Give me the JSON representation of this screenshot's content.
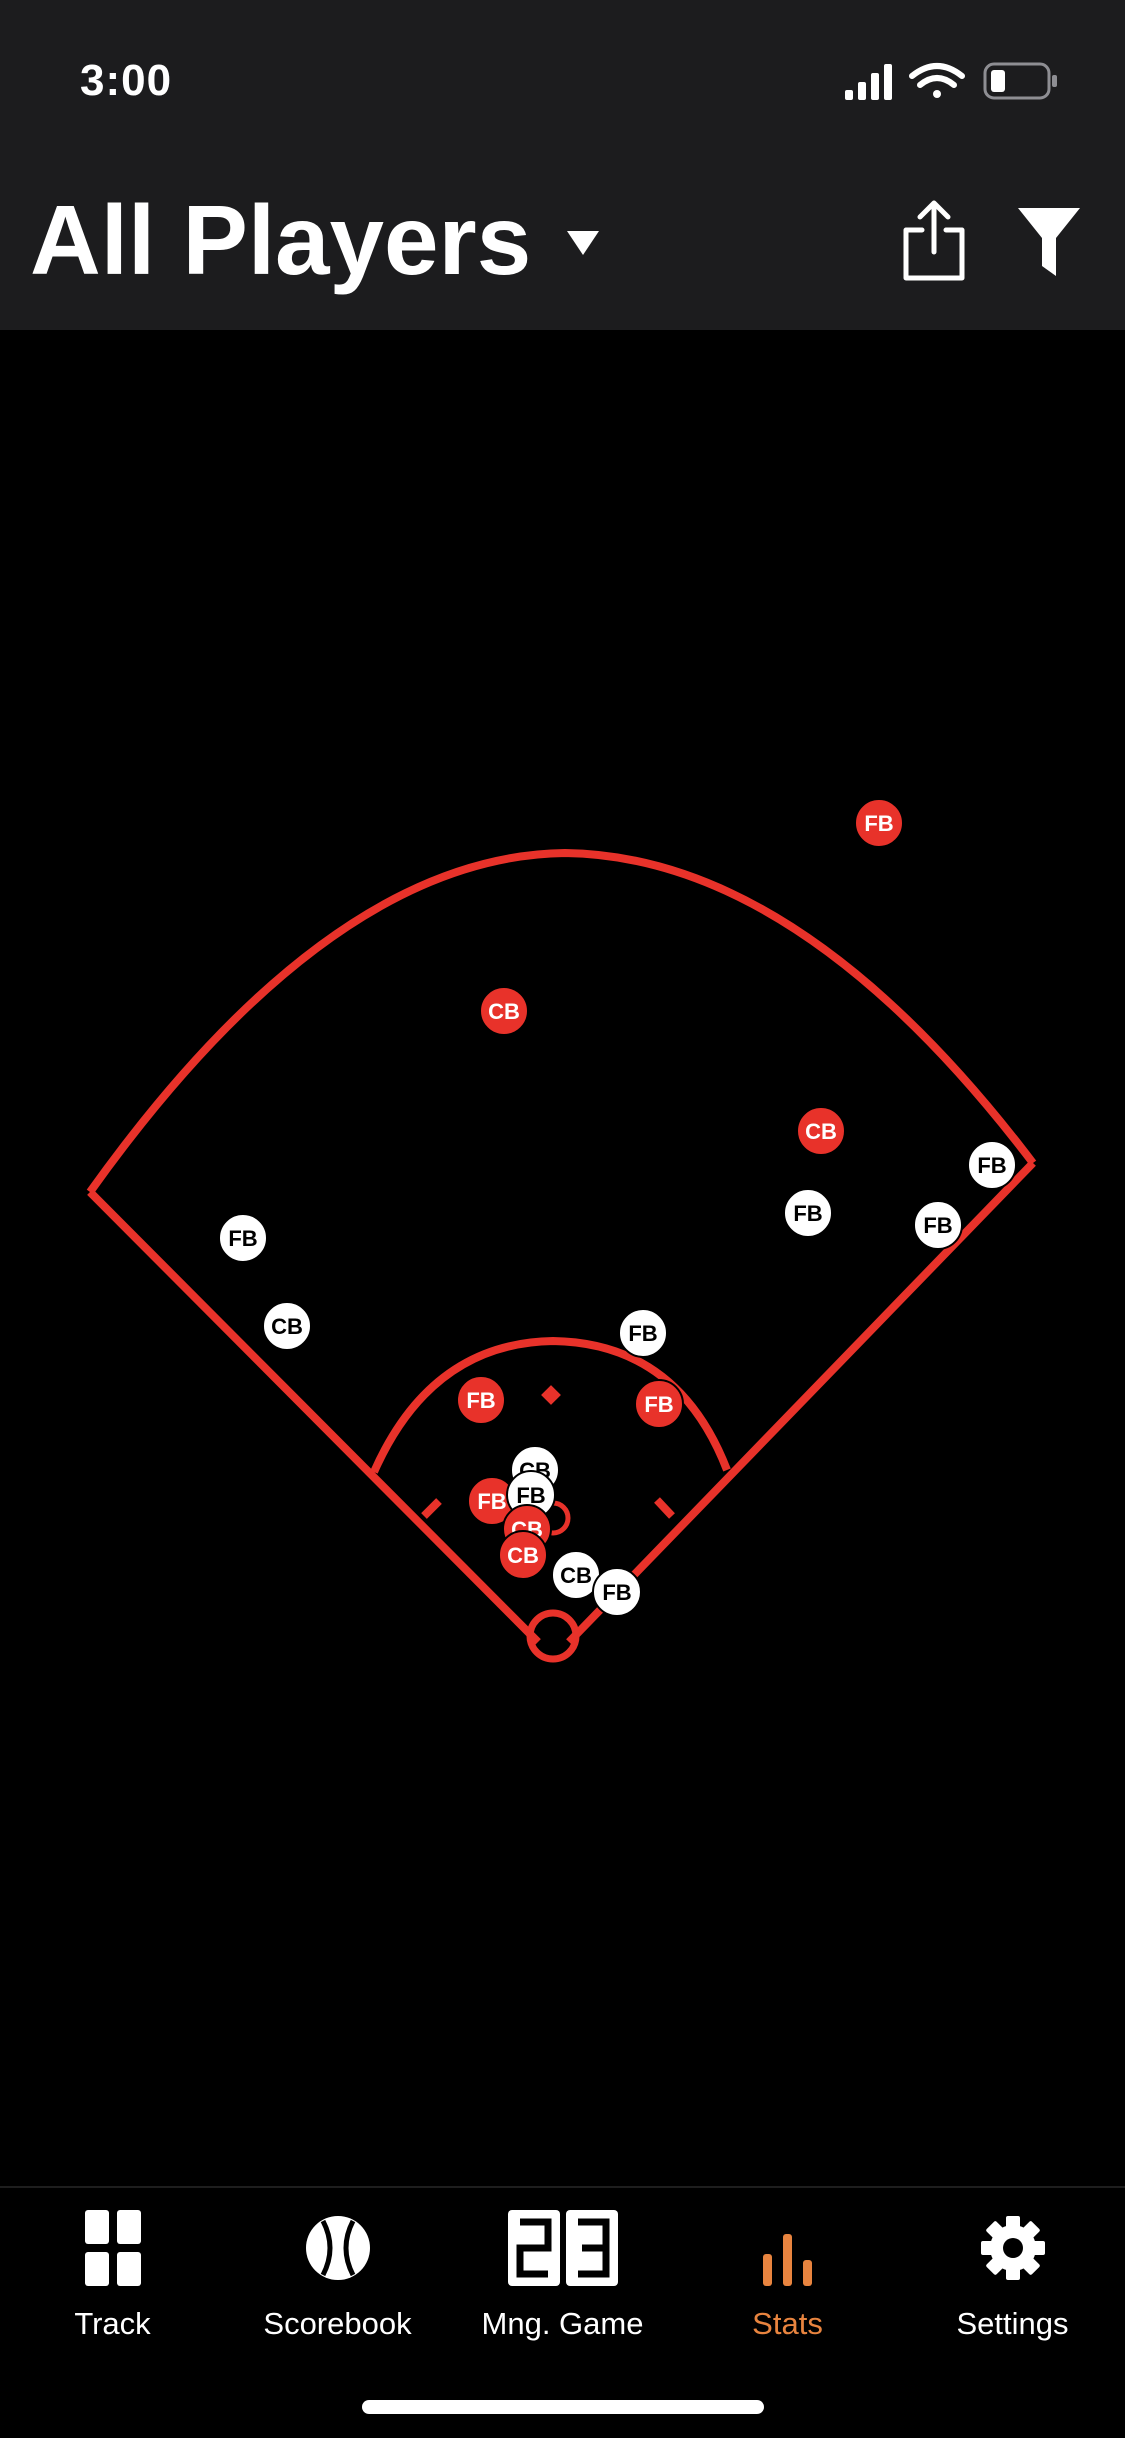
{
  "status_bar": {
    "time": "3:00",
    "icons": [
      "cellular-signal-icon",
      "wifi-icon",
      "battery-icon"
    ]
  },
  "header": {
    "title": "All Players",
    "title_dropdown_icon": "caret-down-icon",
    "share_icon": "share-icon",
    "filter_icon": "filter-icon"
  },
  "colors": {
    "field_line": "#e8322a",
    "marker_red": "#e8322a",
    "marker_white": "#ffffff",
    "accent": "#e8843f",
    "header_bg": "#1c1c1e"
  },
  "spray_chart": {
    "markers": [
      {
        "label": "FB",
        "color": "red"
      },
      {
        "label": "CB",
        "color": "red"
      },
      {
        "label": "CB",
        "color": "red"
      },
      {
        "label": "FB",
        "color": "white"
      },
      {
        "label": "FB",
        "color": "white"
      },
      {
        "label": "FB",
        "color": "white"
      },
      {
        "label": "FB",
        "color": "white"
      },
      {
        "label": "CB",
        "color": "white"
      },
      {
        "label": "FB",
        "color": "white"
      },
      {
        "label": "FB",
        "color": "red"
      },
      {
        "label": "FB",
        "color": "red"
      },
      {
        "label": "CB",
        "color": "white"
      },
      {
        "label": "FB",
        "color": "red"
      },
      {
        "label": "FB",
        "color": "white"
      },
      {
        "label": "CB",
        "color": "red"
      },
      {
        "label": "CB",
        "color": "red"
      },
      {
        "label": "CB",
        "color": "white"
      },
      {
        "label": "FB",
        "color": "white"
      }
    ]
  },
  "tabs": [
    {
      "label": "Track",
      "icon": "track-grid-icon",
      "active": false
    },
    {
      "label": "Scorebook",
      "icon": "baseball-icon",
      "active": false
    },
    {
      "label": "Mng. Game",
      "icon": "scoreboard-icon",
      "active": false
    },
    {
      "label": "Stats",
      "icon": "bar-chart-icon",
      "active": true
    },
    {
      "label": "Settings",
      "icon": "gear-icon",
      "active": false
    }
  ]
}
